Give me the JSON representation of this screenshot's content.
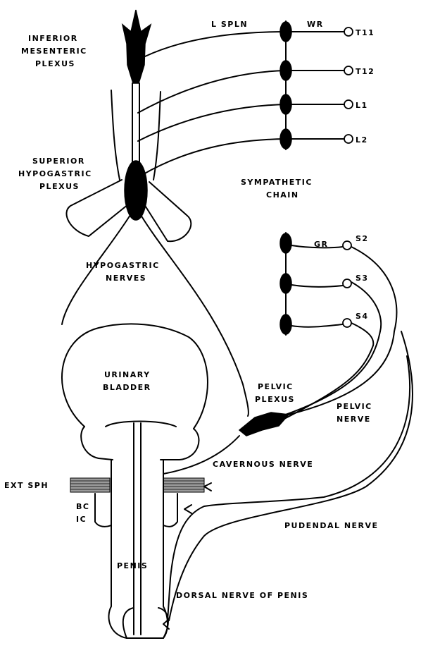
{
  "labels": {
    "inferior_mesenteric_plexus": [
      "INFERIOR",
      "MESENTERIC",
      "PLEXUS"
    ],
    "l_spln": "L SPLN",
    "wr": "WR",
    "t11": "T11",
    "t12": "T12",
    "l1": "L1",
    "l2": "L2",
    "superior_hypogastric_plexus": [
      "SUPERIOR",
      "HYPOGASTRIC",
      "PLEXUS"
    ],
    "sympathetic_chain": [
      "SYMPATHETIC",
      "CHAIN"
    ],
    "gr": "GR",
    "s2": "S2",
    "s3": "S3",
    "s4": "S4",
    "hypogastric_nerves": [
      "HYPOGASTRIC",
      "NERVES"
    ],
    "urinary_bladder": [
      "URINARY",
      "BLADDER"
    ],
    "pelvic_plexus": [
      "PELVIC",
      "PLEXUS"
    ],
    "pelvic_nerve": [
      "PELVIC",
      "NERVE"
    ],
    "cavernous_nerve": "CAVERNOUS NERVE",
    "ext_sph": "EXT SPH",
    "bc": "BC",
    "ic": "IC",
    "pudendal_nerve": "PUDENDAL NERVE",
    "penis": "PENIS",
    "dorsal_nerve_of_penis": "DORSAL NERVE OF PENIS"
  }
}
